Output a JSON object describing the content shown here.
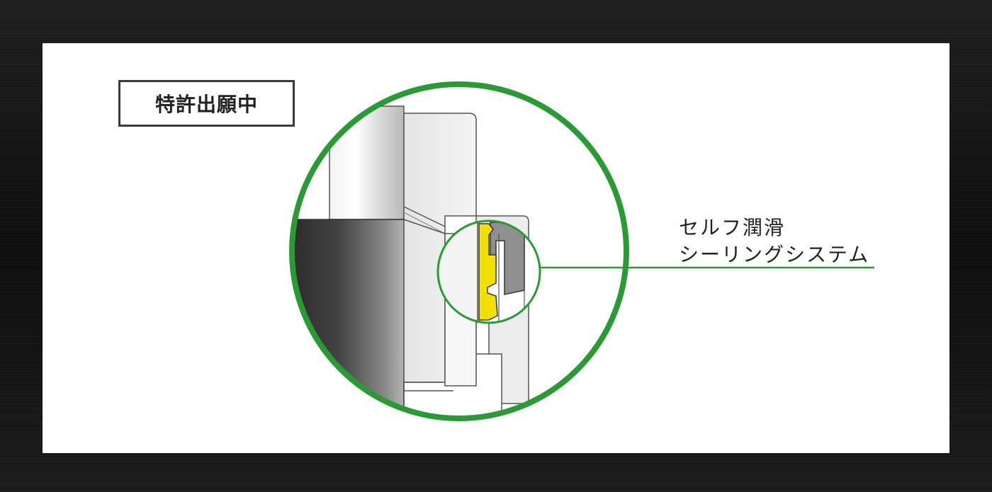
{
  "badge": {
    "text": "特許出願中"
  },
  "callout": {
    "line1": "セルフ潤滑",
    "line2": "シーリングシステム"
  },
  "colors": {
    "circle": "#2a9a34",
    "seal": "#f2e100",
    "panel": "#ffffff",
    "frame": "#151515"
  }
}
